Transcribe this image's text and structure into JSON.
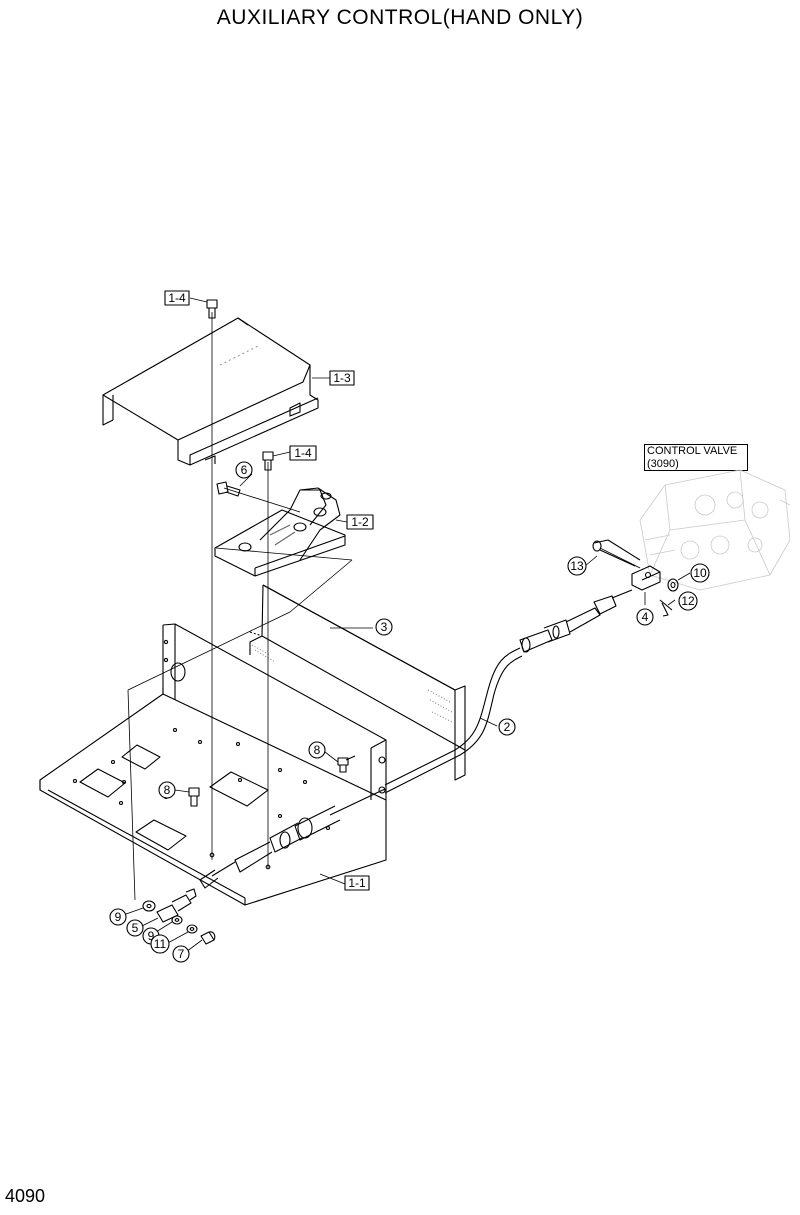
{
  "title": "AUXILIARY CONTROL(HAND ONLY)",
  "page_number": "4090",
  "control_valve": {
    "label": "CONTROL VALVE",
    "ref": "(3090)"
  },
  "callouts": {
    "p1_1": "1-1",
    "p1_2": "1-2",
    "p1_3": "1-3",
    "p1_4a": "1-4",
    "p1_4b": "1-4",
    "p2": "2",
    "p3": "3",
    "p4": "4",
    "p5": "5",
    "p6": "6",
    "p7": "7",
    "p8a": "8",
    "p8b": "8",
    "p9a": "9",
    "p9b": "9",
    "p10": "10",
    "p11": "11",
    "p12": "12",
    "p13": "13"
  }
}
